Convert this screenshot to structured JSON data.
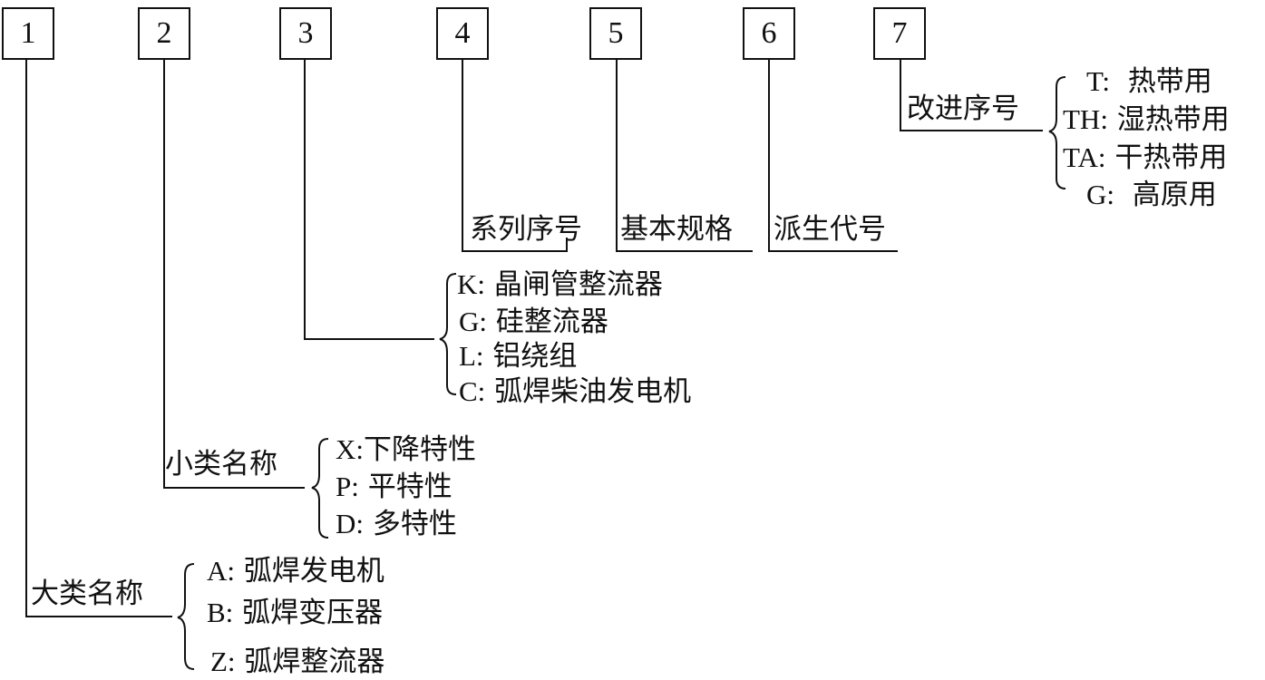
{
  "positions": [
    {
      "id": "1",
      "label": "大类名称",
      "options": [
        {
          "code": "A:",
          "text": "弧焊发电机"
        },
        {
          "code": "B:",
          "text": "弧焊变压器"
        },
        {
          "code": "Z:",
          "text": "弧焊整流器"
        }
      ]
    },
    {
      "id": "2",
      "label": "小类名称",
      "options": [
        {
          "code": "X:",
          "text": "下降特性"
        },
        {
          "code": "P:",
          "text": "平特性"
        },
        {
          "code": "D:",
          "text": "多特性"
        }
      ]
    },
    {
      "id": "3",
      "label": "",
      "options": [
        {
          "code": "K:",
          "text": "晶闸管整流器"
        },
        {
          "code": "G:",
          "text": "硅整流器"
        },
        {
          "code": "L:",
          "text": "铝绕组"
        },
        {
          "code": "C:",
          "text": "弧焊柴油发电机"
        }
      ]
    },
    {
      "id": "4",
      "label": "系列序号"
    },
    {
      "id": "5",
      "label": "基本规格"
    },
    {
      "id": "6",
      "label": "派生代号"
    },
    {
      "id": "7",
      "label": "改进序号",
      "options": [
        {
          "code": "T:",
          "text": "热带用"
        },
        {
          "code": "TH:",
          "text": "湿热带用"
        },
        {
          "code": "TA:",
          "text": "干热带用"
        },
        {
          "code": "G:",
          "text": "高原用"
        }
      ]
    }
  ]
}
